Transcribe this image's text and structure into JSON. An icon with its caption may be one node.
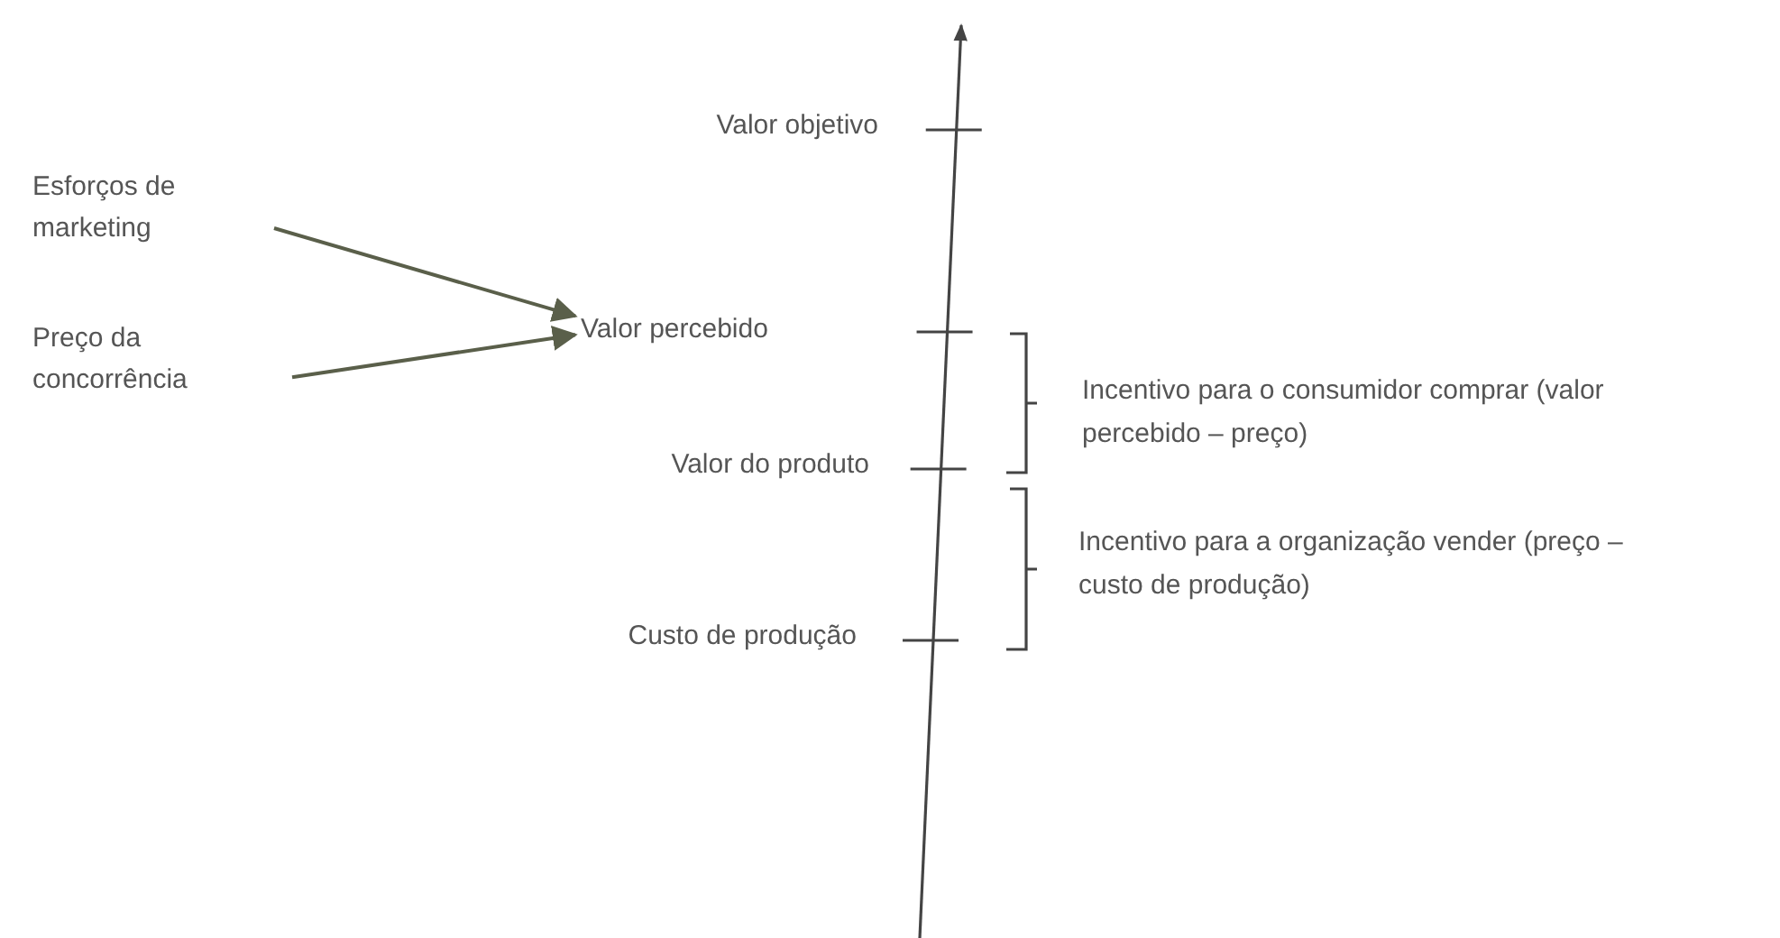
{
  "diagram": {
    "nodes": [
      {
        "text": [
          "Esforços de marketing"
        ]
      },
      {
        "text": [
          "Preço da concorrência"
        ]
      },
      {
        "text": [
          "Valor percebido"
        ]
      }
    ],
    "edges": [
      {
        "from": 0,
        "to": 2,
        "arrow": "to"
      },
      {
        "from": 1,
        "to": 2,
        "arrow": "to"
      }
    ],
    "labels": [
      "Valor objetivo",
      "Valor do produto",
      "Incentivo para o consumidor comprar (valor percebido – preço)",
      "Custo de produção",
      "Incentivo para a organização vender (preço – custo de produção)"
    ]
  }
}
